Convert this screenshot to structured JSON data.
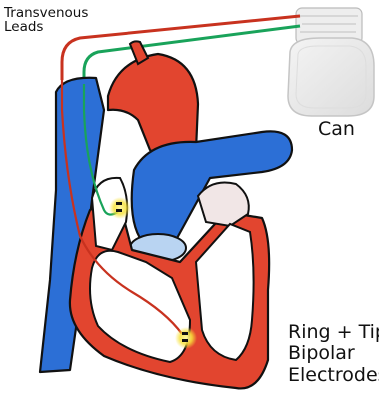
{
  "labels": {
    "leads_line1": "Transvenous",
    "leads_line2": "Leads",
    "can": "Can",
    "electrodes_line1": "Ring + Tip",
    "electrodes_line2": "Bipolar",
    "electrodes_line3": "Electrodes"
  },
  "colors": {
    "blue": "#2c6fd6",
    "red": "#e2452f",
    "lead_red": "#c8321f",
    "lead_green": "#19a35a",
    "outline": "#111111",
    "glow": "#f7e23a"
  }
}
